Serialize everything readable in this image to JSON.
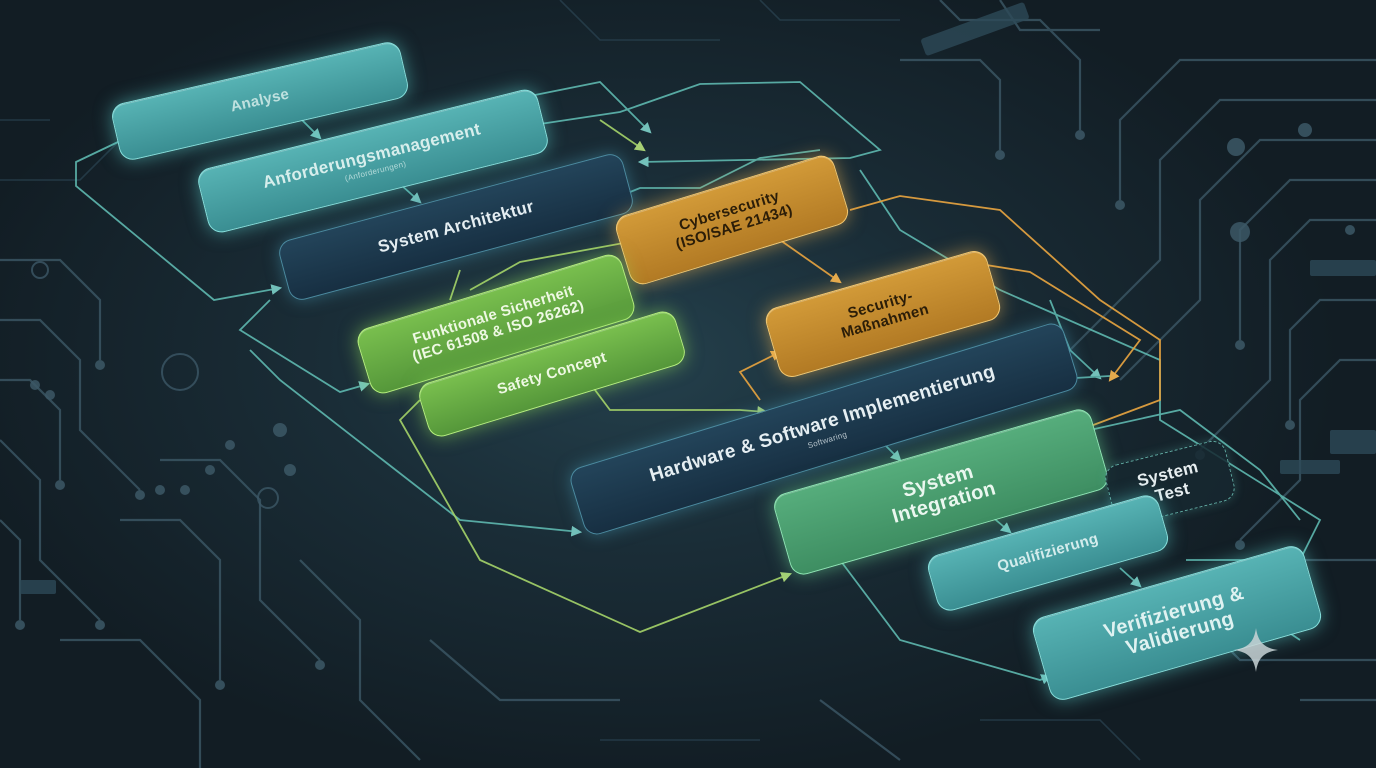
{
  "nodes": {
    "analyse": "Analyse",
    "anforderungen": "Anforderungsmanagement",
    "anforderungen_sub": "(Anforderungen)",
    "architektur": "System Architektur",
    "cybersecurity": "Cybersecurity\n(ISO/SAE 21434)",
    "funktionale": "Funktionale Sicherheit\n(IEC 61508 & ISO 26262)",
    "safety": "Safety Concept",
    "security": "Security-\nMaßnahmen",
    "implementierung": "Hardware & Software Implementierung",
    "implementierung_sub": "Softwaring",
    "integration": "System\nIntegration",
    "test": "System\nTest",
    "qualifizierung": "Qualifizierung",
    "verifizierung": "Verifizierung &\nValidierung"
  },
  "colors": {
    "teal": "#57b3b4",
    "navy": "#1d3a4e",
    "lime": "#79bf4e",
    "amber": "#d29a38",
    "green": "#56ad7c",
    "line_teal": "#5fb8b0",
    "line_lime": "#a6d46a",
    "line_amber": "#e0a040",
    "background": "#15232c"
  },
  "icons": {
    "sparkle": "sparkle-icon"
  }
}
